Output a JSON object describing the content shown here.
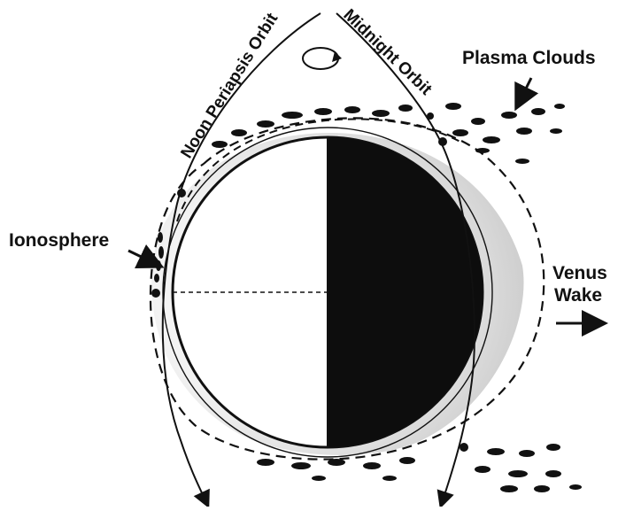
{
  "diagram": {
    "labels": {
      "noon_orbit": "Noon Periapsis Orbit",
      "midnight_orbit": "Midnight Orbit",
      "plasma_clouds": "Plasma Clouds",
      "ionosphere": "Ionosphere",
      "venus_line1": "Venus",
      "venus_line2": "Wake"
    },
    "colors": {
      "ink": "#111111",
      "paper": "#ffffff",
      "ionosphere_shading": "#d9d9d9"
    }
  }
}
